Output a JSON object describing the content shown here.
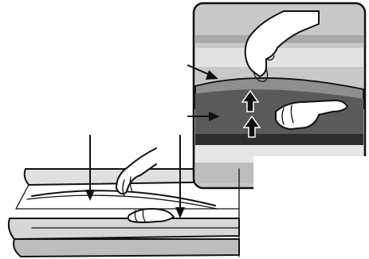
{
  "illustration": {
    "subject": "treadmill-belt-lift-instruction",
    "panels": [
      "overview",
      "detail-inset"
    ],
    "colors": {
      "outline": "#111111",
      "frame_gray": "#d9d9d9",
      "frame_dark": "#a8a8a8",
      "inset_bg": "#c8c8c8",
      "belt_top": "#8e8e8e",
      "belt_under": "#5a5a5a",
      "background": "#ffffff"
    },
    "icons": [
      "arrow-down-icon",
      "arrow-right-icon",
      "arrow-up-icon",
      "hand-icon"
    ]
  }
}
